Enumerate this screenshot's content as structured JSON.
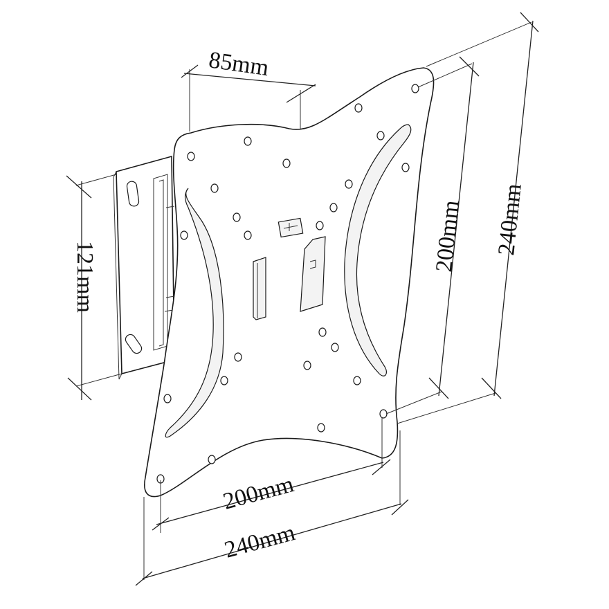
{
  "dimensions": {
    "depth": "85mm",
    "wall_plate_height": "121mm",
    "vesa_horizontal": "200mm",
    "vesa_vertical": "200mm",
    "plate_width": "240mm",
    "plate_height": "240mm"
  }
}
